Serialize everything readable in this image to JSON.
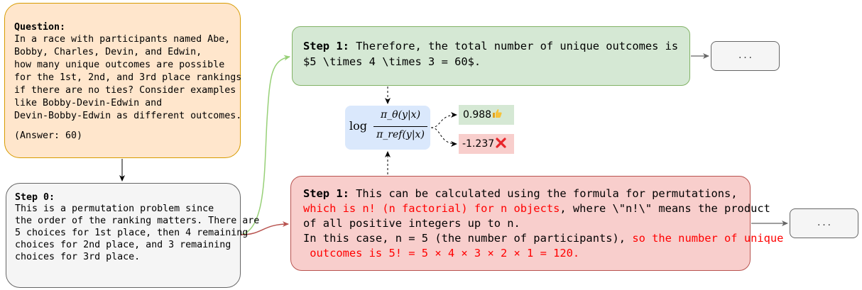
{
  "question": {
    "label": "Question",
    "lines": [
      "In a race with participants named Abe,",
      "Bobby, Charles, Devin, and Edwin,",
      "how many unique outcomes are possible",
      "for the 1st, 2nd, and 3rd place rankings",
      "if there are no ties? Consider examples",
      "like Bobby-Devin-Edwin and",
      "Devin-Bobby-Edwin as different outcomes."
    ],
    "answer": "(Answer: 60)"
  },
  "step0": {
    "label": "Step 0:",
    "lines": [
      "This is a permutation problem since",
      "the order of the ranking matters. There are",
      "5 choices for 1st place, then 4 remaining",
      "choices for 2nd place, and 3 remaining",
      "choices for 3rd place."
    ]
  },
  "step_good": {
    "label": "Step 1:",
    "line1": "Therefore, the total number of unique outcomes is",
    "line2": "$5 \\times 4 \\times 3 = 60$."
  },
  "step_bad": {
    "label": "Step 1:",
    "line1": "This can be calculated using the formula for permutations,",
    "line2_red": "which is n! (n factorial) for n objects",
    "line2_black": ", where \\\"n!\\\" means the product",
    "line3": "of all positive integers up to n.",
    "line4_black": "In this case, n = 5 (the number of participants), ",
    "line4_red": "so the number of unique",
    "line5_red": " outcomes is 5! = 5 × 4 × 3 × 2 × 1 = 120."
  },
  "ellipsis1": "...",
  "ellipsis2": "...",
  "formula": {
    "log": "log",
    "numerator": "π_θ(y|x)",
    "denominator": "π_ref(y|x)"
  },
  "scores": {
    "good": "0.988",
    "good_icon": "thumbs-up-icon",
    "bad": "-1.237",
    "bad_icon": "cross-icon"
  },
  "colors": {
    "question_fill": "#ffe6cc",
    "step_good_fill": "#d5e8d4",
    "step_bad_fill": "#f8cecc",
    "formula_fill": "#dae8fc",
    "good_arrow": "#97d077",
    "bad_arrow": "#b85450",
    "highlight_red": "#ff0000"
  }
}
